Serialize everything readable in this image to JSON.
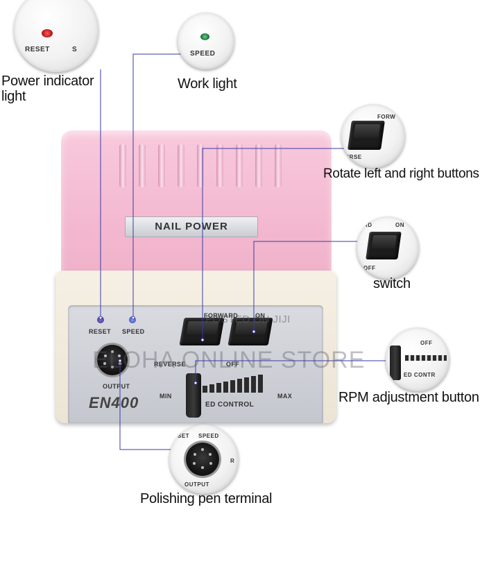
{
  "callouts": {
    "power_indicator": "Power indicator light",
    "work_light": "Work light",
    "rotate_buttons": "Rotate left and right buttons",
    "switch": "switch",
    "rpm_button": "RPM adjustment button",
    "pen_terminal": "Polishing pen terminal"
  },
  "device": {
    "nameplate": "NAIL POWER",
    "model": "EN400",
    "panel_labels": {
      "reset": "RESET",
      "speed": "SPEED",
      "forward": "FORWARD",
      "reverse": "REVERSE",
      "on": "ON",
      "off": "OFF",
      "output": "OUTPUT",
      "min": "MIN",
      "max": "MAX",
      "speed_control": "ED CONTROL"
    }
  },
  "zooms": {
    "reset": {
      "label1": "RESET",
      "label2": "S"
    },
    "speed": {
      "label": "SPEED"
    },
    "rotate": {
      "label1": "FORW",
      "label2": "VERSE"
    },
    "switch": {
      "label1": "RD",
      "label2": "ON",
      "label3": "OFF"
    },
    "rpm": {
      "label1": "OFF",
      "label2": "ED CONTR"
    },
    "output": {
      "label1": "SET",
      "label2": "SPEED",
      "label3": "OUTPUT",
      "label4": "R"
    }
  },
  "watermarks": {
    "posted": "POSTED ON JIJI",
    "store": "ELOHA ONLINE STORE"
  },
  "colors": {
    "pink_housing": "#f3b8cf",
    "cream_base": "#ece4d4",
    "panel_grey": "#c4c7ce",
    "leader_line": "#3a3aa8",
    "power_led": "#d8262a",
    "speed_led": "#2f8a4a"
  }
}
